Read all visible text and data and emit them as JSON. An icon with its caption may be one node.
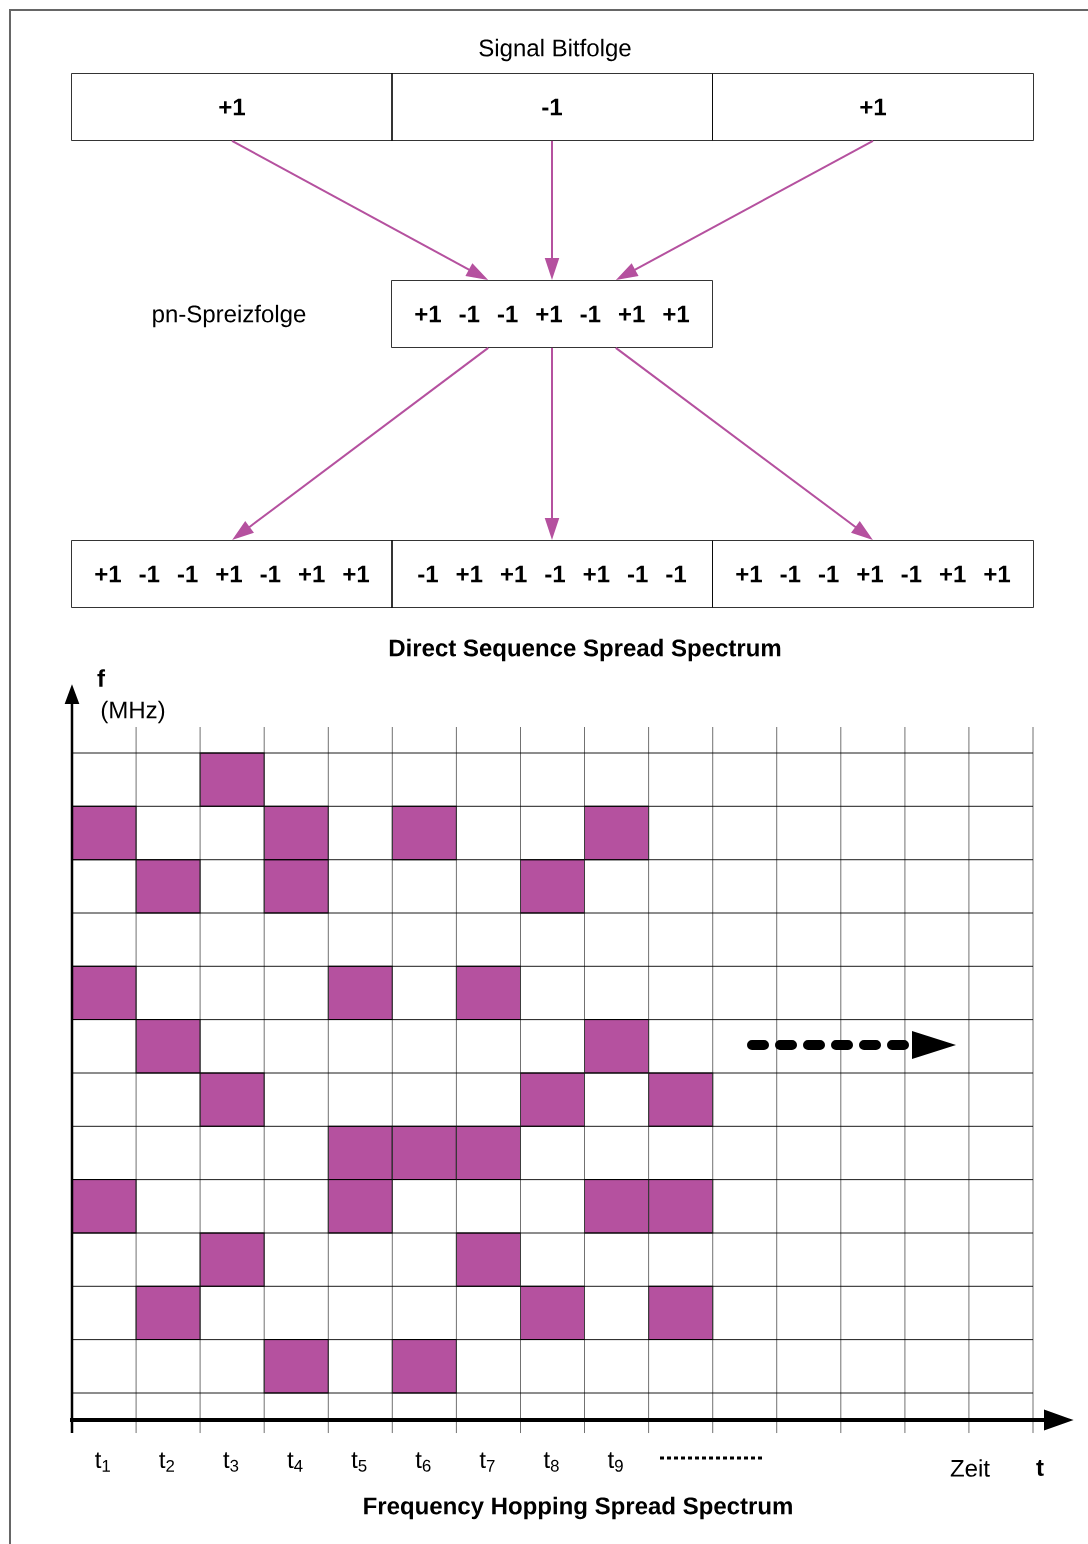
{
  "diagram": {
    "nodes": [
      {
        "text": [
          "+1"
        ]
      },
      {
        "text": [
          "-1"
        ]
      },
      {
        "text": [
          "+1"
        ]
      },
      {
        "text": [
          "+1 -1 -1 +1 -1 +1 +1"
        ],
        "beside": [
          "pn-Spreizfolge"
        ]
      },
      {
        "text": [
          "+1 -1 -1 +1 -1 +1 +1"
        ]
      },
      {
        "text": [
          "-1 +1 +1 -1 +1 -1 -1"
        ]
      },
      {
        "text": [
          "+1 -1 -1 +1 -1 +1 +1"
        ]
      }
    ],
    "edges": [
      {
        "from": 0,
        "to": 3,
        "arrow": "to",
        "color": "#b5519f"
      },
      {
        "from": 1,
        "to": 3,
        "arrow": "to",
        "color": "#b5519f"
      },
      {
        "from": 2,
        "to": 3,
        "arrow": "to",
        "color": "#b5519f"
      },
      {
        "from": 3,
        "to": 4,
        "arrow": "to",
        "color": "#b5519f"
      },
      {
        "from": 3,
        "to": 5,
        "arrow": "to",
        "color": "#b5519f"
      },
      {
        "from": 3,
        "to": 6,
        "arrow": "to",
        "color": "#b5519f"
      }
    ],
    "labels": [
      "Signal Bitfolge",
      "Direct Sequence Spread Spectrum",
      "f",
      "(MHz)",
      "t$_{1}$",
      "t$_{2}$",
      "t$_{3}$",
      "t$_{4}$",
      "t$_{5}$",
      "t$_{6}$",
      "t$_{7}$",
      "t$_{8}$",
      "t$_{9}$",
      "Zeit",
      "t",
      "Frequency Hopping  Spread Spectrum"
    ]
  }
}
